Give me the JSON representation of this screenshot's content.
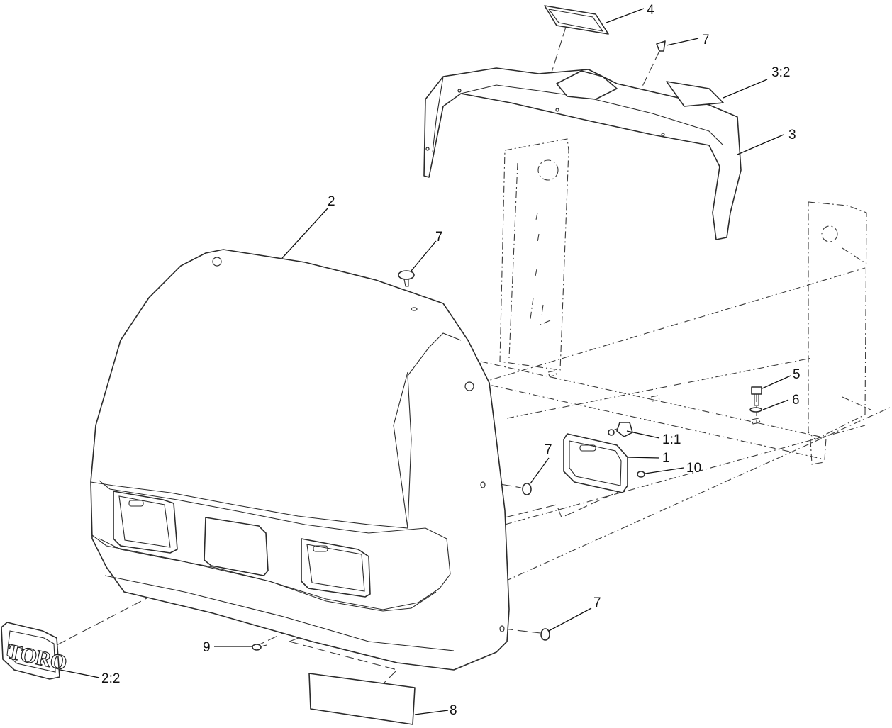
{
  "callouts": {
    "c1": "1",
    "c1_1": "1:1",
    "c2": "2",
    "c2_2": "2:2",
    "c3": "3",
    "c3_2": "3:2",
    "c4": "4",
    "c5": "5",
    "c6": "6",
    "c7a": "7",
    "c7b": "7",
    "c7c": "7",
    "c7d": "7",
    "c8": "8",
    "c9": "9",
    "c10": "10"
  },
  "decal": {
    "brand": "TORO"
  }
}
